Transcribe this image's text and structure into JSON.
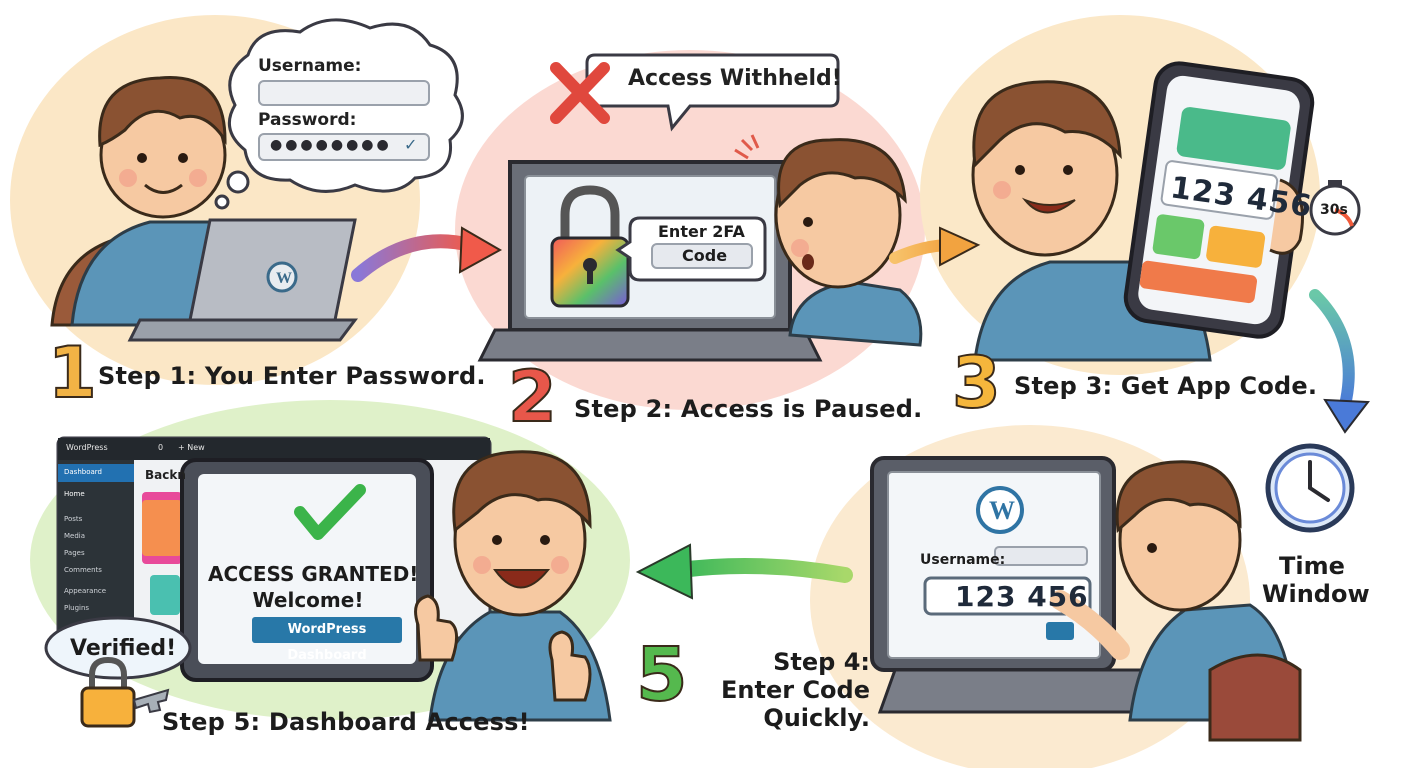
{
  "steps": [
    {
      "number": "1",
      "caption": "Step 1: You Enter Password.",
      "color": "#f2b345"
    },
    {
      "number": "2",
      "caption": "Step 2: Access is Paused.",
      "color": "#e8574a"
    },
    {
      "number": "3",
      "caption": "Step 3: Get App Code.",
      "color": "#f5b63c"
    },
    {
      "number": "5",
      "caption": "Step 5: Dashboard Access!",
      "color": "#55b94e"
    }
  ],
  "step4": {
    "caption_lines": [
      "Step 4:",
      "Enter Code",
      "Quickly."
    ]
  },
  "login_bubble": {
    "username_label": "Username:",
    "password_label": "Password:",
    "password_mask": "●●●●●●●●"
  },
  "access_withheld": "Access Withheld!",
  "twofa_prompt": {
    "line1": "Enter 2FA",
    "line2": "Code"
  },
  "app_code": "123 456",
  "timer_badge": "30s",
  "time_window": [
    "Time",
    "Window"
  ],
  "laptop_login": {
    "username_label": "Username:",
    "code_value": "123 456"
  },
  "wp_admin": {
    "bar_items": [
      "WordPress",
      "0",
      "+ New"
    ],
    "sidebar": [
      "Dashboard",
      "Home",
      "Posts",
      "Media",
      "Pages",
      "Comments",
      "Appearance",
      "Plugins"
    ],
    "heading_fragment": "Backn"
  },
  "granted": {
    "title": "ACCESS GRANTED!",
    "subtitle": "Welcome!",
    "button": "WordPress Dashboard"
  },
  "verified": "Verified!",
  "colors": {
    "accent_blue": "#2878a8",
    "success_green": "#3bb44a",
    "error_red": "#e0483d",
    "warm_bg": "#fbe3c0",
    "green_bg": "#d9efc2"
  }
}
